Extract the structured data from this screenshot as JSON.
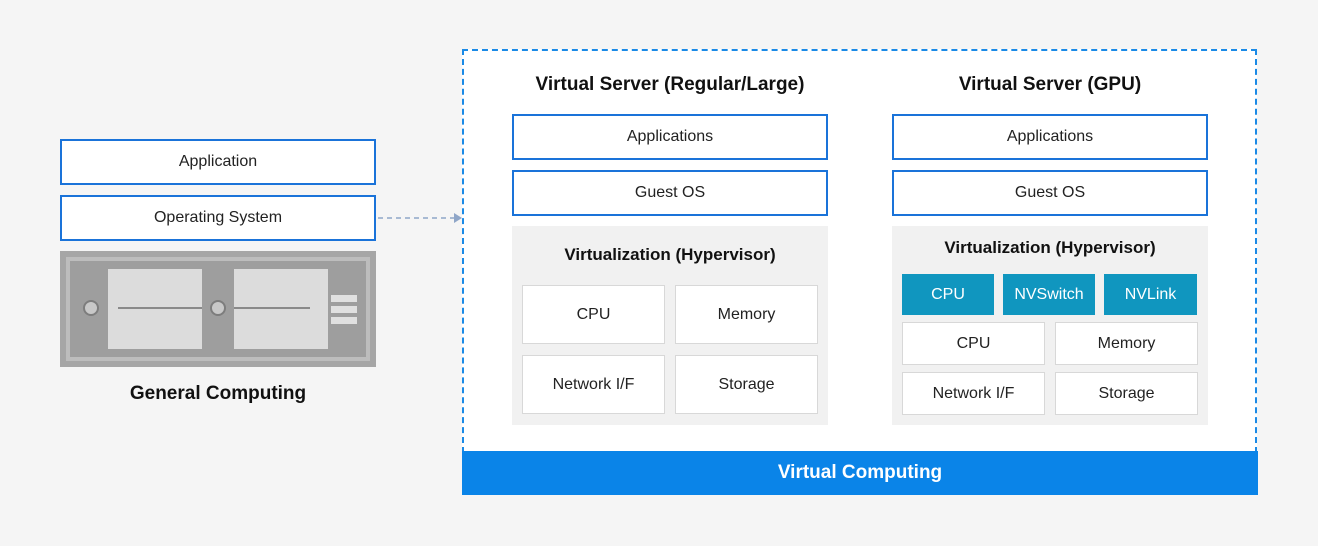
{
  "general": {
    "application": "Application",
    "operating_system": "Operating System",
    "title": "General Computing"
  },
  "virtual_computing": {
    "label": "Virtual Computing",
    "regular": {
      "title": "Virtual Server (Regular/Large)",
      "applications": "Applications",
      "guest_os": "Guest OS",
      "hypervisor": "Virtualization (Hypervisor)",
      "cells": [
        "CPU",
        "Memory",
        "Network I/F",
        "Storage"
      ]
    },
    "gpu": {
      "title": "Virtual Server (GPU)",
      "applications": "Applications",
      "guest_os": "Guest OS",
      "hypervisor": "Virtualization (Hypervisor)",
      "accent_cells": [
        "CPU",
        "NVSwitch",
        "NVLink"
      ],
      "cells": [
        "CPU",
        "Memory",
        "Network I/F",
        "Storage"
      ]
    }
  },
  "colors": {
    "box_border": "#1a73d9",
    "frame_border": "#1a8ae6",
    "bar": "#0a84e8",
    "accent_cell": "#1096bf",
    "server_gray": "#a6a6a6"
  },
  "icons": [
    "server-icon",
    "arrow-right-icon"
  ]
}
